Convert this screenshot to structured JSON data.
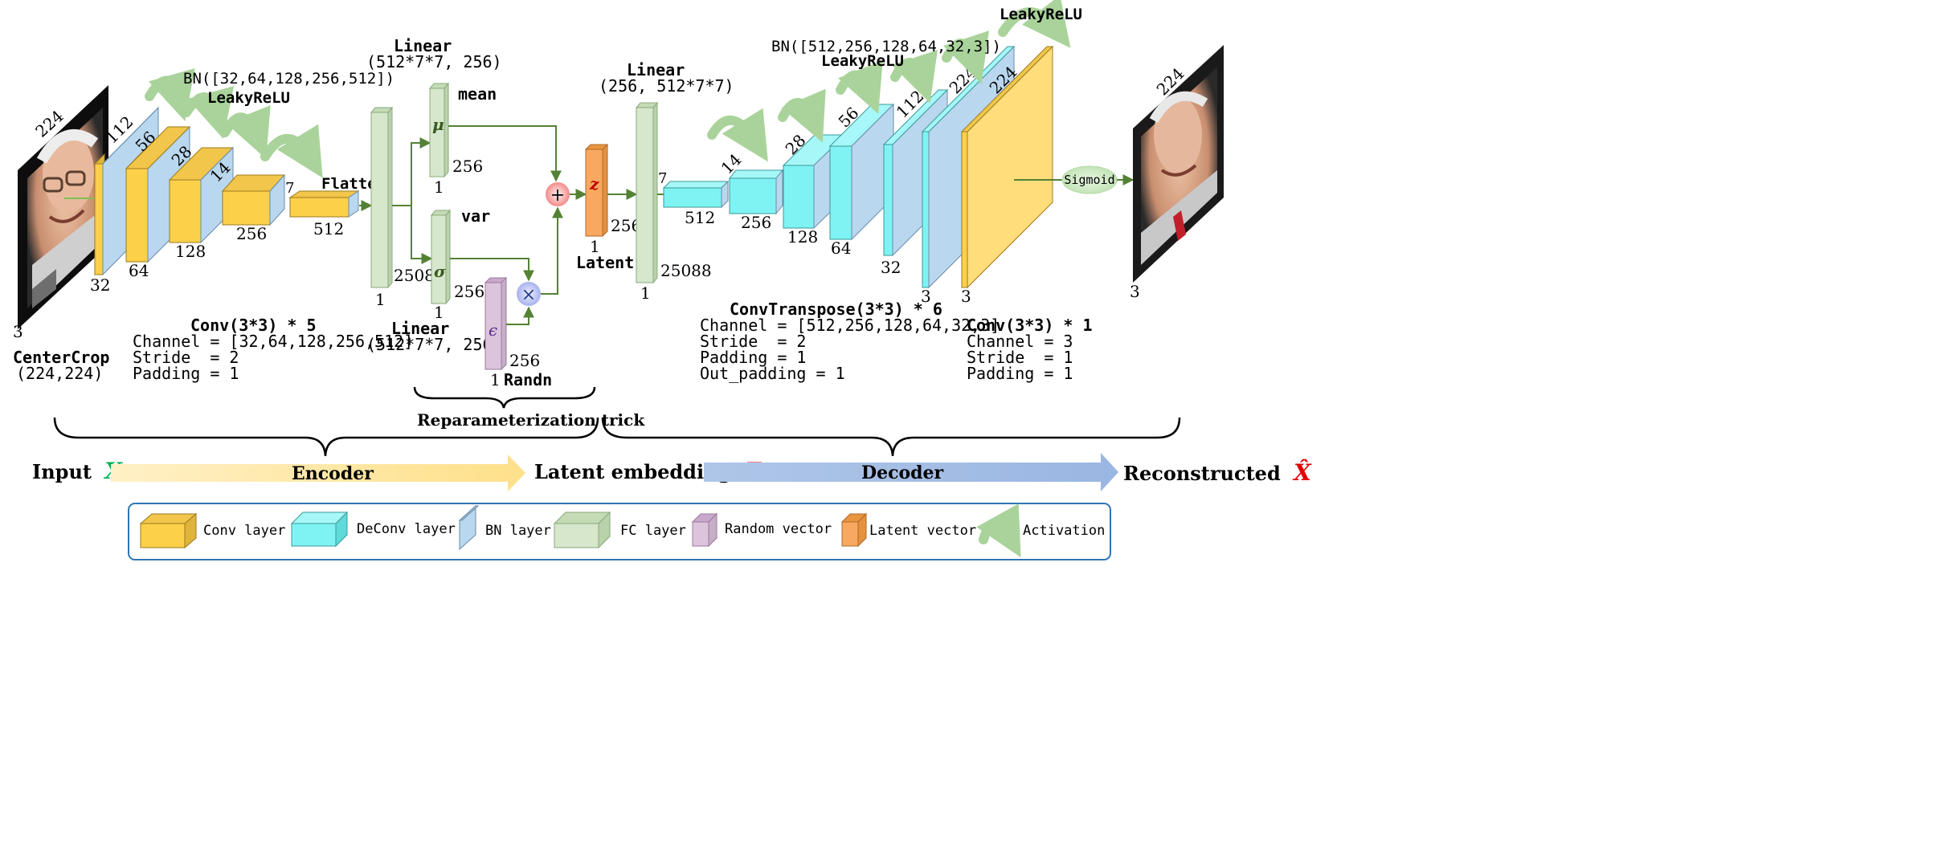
{
  "encoder": {
    "input_sizes": [
      "224",
      "3"
    ],
    "centercrop_title": "CenterCrop",
    "centercrop_value": "(224,224)",
    "bn_label": "BN([32,64,128,256,512])",
    "activation_label": "LeakyReLU",
    "conv_blocks": [
      {
        "top": "112",
        "bottom": "32"
      },
      {
        "top": "56",
        "bottom": "64"
      },
      {
        "top": "28",
        "bottom": "128"
      },
      {
        "top": "14",
        "bottom": "256"
      },
      {
        "top": "7",
        "bottom": ""
      }
    ],
    "flatten_label": "Flatten",
    "flatten_size": "512",
    "conv_title": "Conv(3*3) * 5",
    "conv_params": [
      "Channel = [32,64,128,256,512]",
      "Stride  = 2",
      "Padding = 1"
    ]
  },
  "reparam": {
    "fc_size": "25088",
    "fc_width": "1",
    "linear_top_title": "Linear",
    "linear_top_value": "(512*7*7, 256)",
    "linear_bottom_title": "Linear",
    "linear_bottom_value": "(512*7*7, 256)",
    "mean_label": "mean",
    "mu_symbol": "μ",
    "var_label": "var",
    "sigma_symbol": "σ",
    "epsilon_symbol": "ϵ",
    "randn_label": "Randn",
    "size_256": "256",
    "size_1": "1",
    "plus_symbol": "+",
    "times_symbol": "×",
    "brace_label": "Reparameterization trick"
  },
  "latent": {
    "z_symbol": "z",
    "label": "Latent",
    "size": "256",
    "width": "1"
  },
  "decoder": {
    "linear_title": "Linear",
    "linear_value": "(256, 512*7*7)",
    "fc_size": "25088",
    "fc_width": "1",
    "bn_label": "BN([512,256,128,64,32,3])",
    "activation_label": "LeakyReLU",
    "top_activation_label": "LeakyReLU",
    "deconv_blocks": [
      {
        "top": "7",
        "bottom": "512"
      },
      {
        "top": "14",
        "bottom": "256"
      },
      {
        "top": "28",
        "bottom": "128"
      },
      {
        "top": "56",
        "bottom": "64"
      },
      {
        "top": "112",
        "bottom": "32"
      },
      {
        "top": "224",
        "bottom": "3"
      },
      {
        "top": "224",
        "bottom": "3"
      }
    ],
    "sigmoid_label": "Sigmoid",
    "output_sizes": [
      "224",
      "3"
    ],
    "convt_title": "ConvTranspose(3*3) * 6",
    "convt_params": [
      "Channel = [512,256,128,64,32,3]",
      "Stride  = 2",
      "Padding = 1",
      "Out_padding = 1"
    ],
    "conv_title": "Conv(3*3) * 1",
    "conv_params": [
      "Channel = 3",
      "Stride  = 1",
      "Padding = 1"
    ]
  },
  "flow": {
    "input_label": "Input",
    "input_symbol": "X",
    "encoder_label": "Encoder",
    "latent_label": "Latent embedding",
    "latent_symbol": "Z",
    "decoder_label": "Decoder",
    "output_label": "Reconstructed",
    "output_symbol": "X̂"
  },
  "legend": {
    "items": [
      {
        "label": "Conv layer",
        "icon": "conv-cube-icon"
      },
      {
        "label": "DeConv layer",
        "icon": "deconv-cube-icon"
      },
      {
        "label": "BN layer",
        "icon": "bn-slab-icon"
      },
      {
        "label": "FC layer",
        "icon": "fc-cube-icon"
      },
      {
        "label": "Random vector",
        "icon": "random-cube-icon"
      },
      {
        "label": "Latent vector",
        "icon": "latent-cube-icon"
      },
      {
        "label": "Activation",
        "icon": "activation-arrow-icon"
      }
    ]
  },
  "colors": {
    "conv": "#FDD04A",
    "deconv": "#7FF3F3",
    "bn": "#B9D7EE",
    "fc": "#D6E7CC",
    "random": "#DCC4DD",
    "latent": "#F9A85F",
    "activation": "#A9D39A",
    "arrow": "#548235",
    "legend_border": "#2E75B6",
    "green_text": "#00B050",
    "red_text": "#E60000"
  }
}
